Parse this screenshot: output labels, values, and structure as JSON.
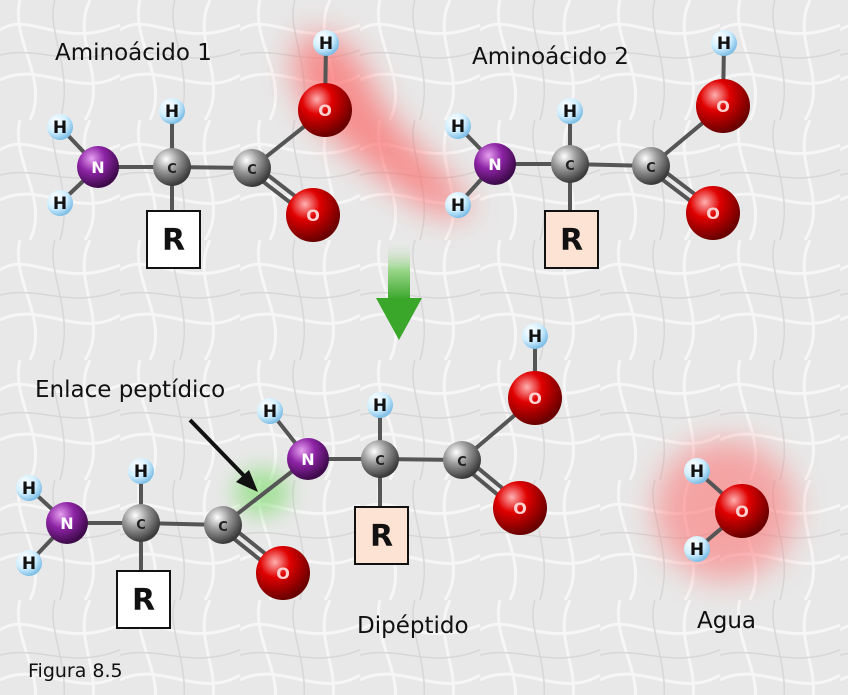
{
  "labels": {
    "aa1": "Aminoácido 1",
    "aa2": "Aminoácido 2",
    "peptide_bond": "Enlace peptídico",
    "dipeptide": "Dipéptido",
    "water": "Agua",
    "figure": "Figura 8.5"
  },
  "atoms": {
    "H": "H",
    "C": "C",
    "N": "N",
    "O": "O",
    "R": "R"
  },
  "colors": {
    "background": "#e9e9e9",
    "nitrogen": "#7b1a8c",
    "carbon": "#8a8a8a",
    "oxygen": "#d40000",
    "hydrogen": "#bfe6ff",
    "bond": "#555555",
    "r_group_1": "#ffffff",
    "r_group_2": "#fde3d3",
    "highlight_red": "#ff5050",
    "highlight_green": "#7cdd6a",
    "arrow_green": "#3aa62a"
  }
}
